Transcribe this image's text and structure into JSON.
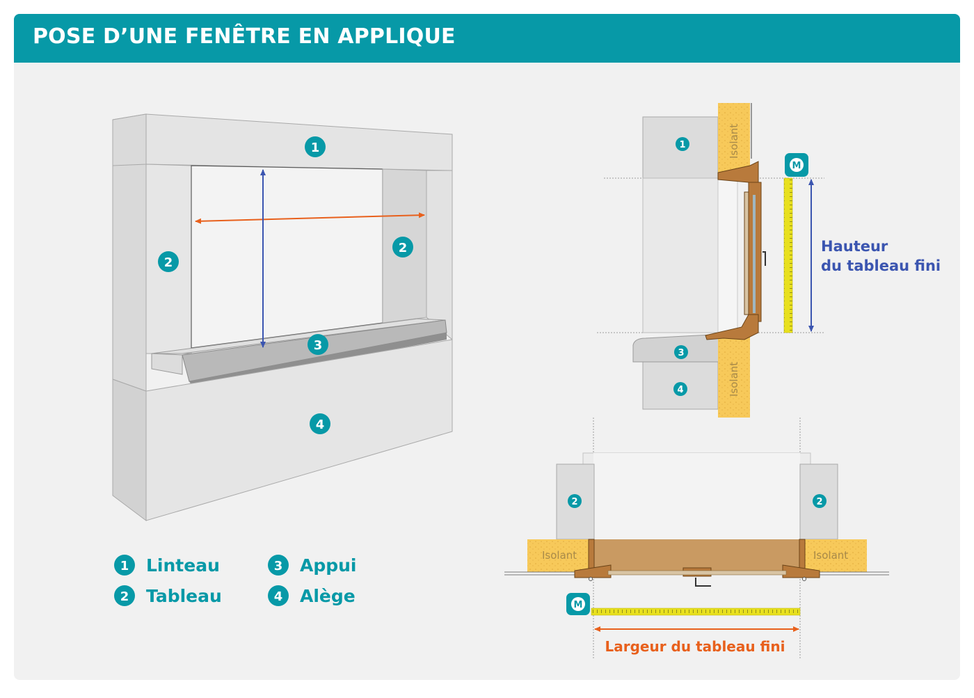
{
  "title": "POSE D’UNE FENÊTRE EN APPLIQUE",
  "colors": {
    "accent": "#0799a7",
    "width_arrow": "#e8601c",
    "height_arrow": "#3b55b0",
    "insulation": "#f7c95a",
    "frame": "#b87a3c",
    "tape": "#e8e01e"
  },
  "badges": {
    "one": "1",
    "two": "2",
    "three": "3",
    "four": "4"
  },
  "legend": {
    "linteau": "Linteau",
    "tableau": "Tableau",
    "appui": "Appui",
    "allege": "Alège"
  },
  "insulation_label": "Isolant",
  "height_label": {
    "line1": "Hauteur",
    "line2": "du tableau fini"
  },
  "width_label": "Largeur du tableau fini",
  "icons": [
    "tape-measure-icon",
    "double-arrow-icon"
  ]
}
